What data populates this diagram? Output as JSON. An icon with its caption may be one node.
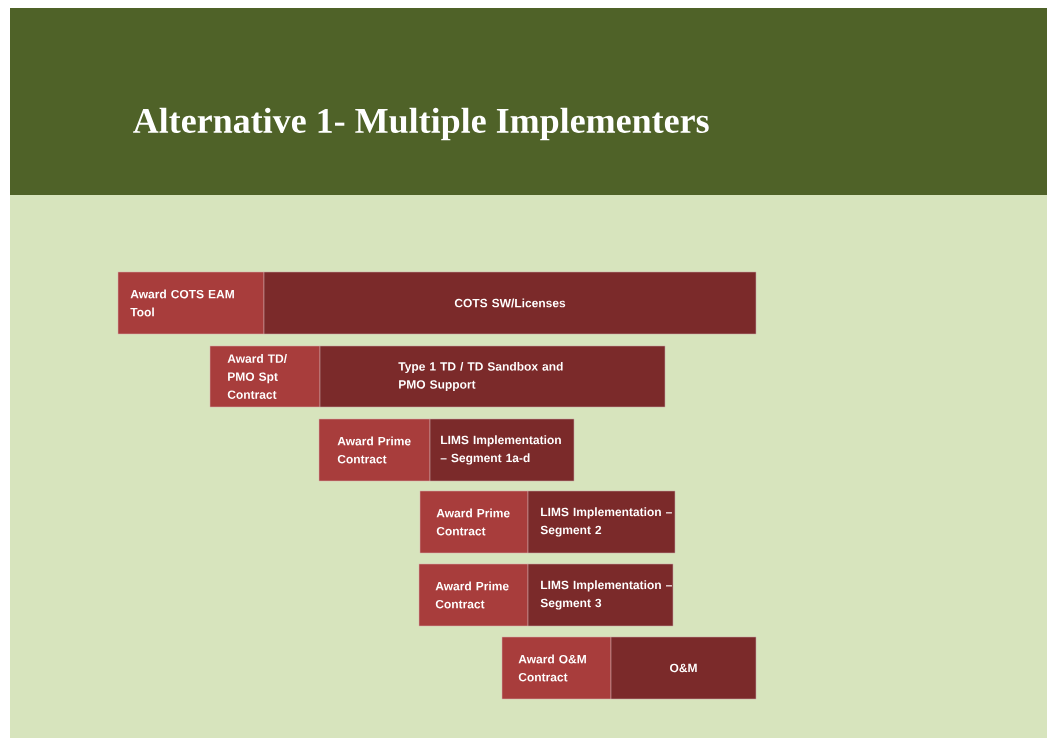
{
  "diagram": {
    "title": "Alternative 1- Multiple Implementers",
    "nodes": [
      {
        "text": [
          "Award COTS EAM Tool"
        ]
      },
      {
        "text": [
          "COTS SW/Licenses"
        ]
      },
      {
        "text": [
          "Award TD/ PMO Spt Contract"
        ]
      },
      {
        "text": [
          "Type 1 TD / TD Sandbox and PMO Support"
        ]
      },
      {
        "text": [
          "Award Prime Contract"
        ]
      },
      {
        "text": [
          "LIMS Implementation – Segment 1a-d"
        ]
      },
      {
        "text": [
          "Award Prime Contract"
        ]
      },
      {
        "text": [
          "LIMS Implementation – Segment 2"
        ]
      },
      {
        "text": [
          "Award Prime Contract"
        ]
      },
      {
        "text": [
          "LIMS Implementation – Segment 3"
        ]
      },
      {
        "text": [
          "Award O&M Contract"
        ]
      },
      {
        "text": [
          "O&M"
        ]
      }
    ]
  }
}
